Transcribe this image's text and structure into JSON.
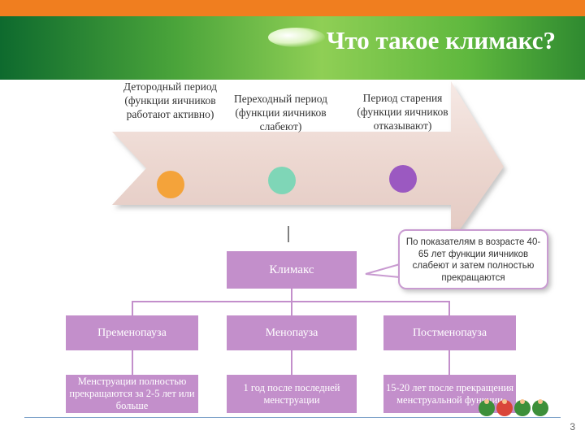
{
  "title": "Что такое климакс?",
  "periods": [
    {
      "label": "Детородный период (функции яичников работают активно)",
      "color": "#f4a33a"
    },
    {
      "label": "Переходный период (функции яичников слабеют)",
      "color": "#7fd6b7"
    },
    {
      "label": "Период старения (функции яичников отказывают)",
      "color": "#9b59c1"
    }
  ],
  "callout": "По показателям в возрасте 40-65 лет функции яичников слабеют и затем полностью прекращаются",
  "climax_label": "Климакс",
  "phases": [
    {
      "name": "Пременопауза",
      "description": "Менструации полностью прекращаются за 2-5 лет или больше"
    },
    {
      "name": "Менопауза",
      "description": "1 год после последней менструации"
    },
    {
      "name": "Постменопауза",
      "description": "15-20 лет после прекращения менструальной функции"
    }
  ],
  "page_number": "3",
  "colors": {
    "accent": "#c38fcb",
    "header_green": "#4aa43a",
    "orange": "#f07e1f"
  }
}
